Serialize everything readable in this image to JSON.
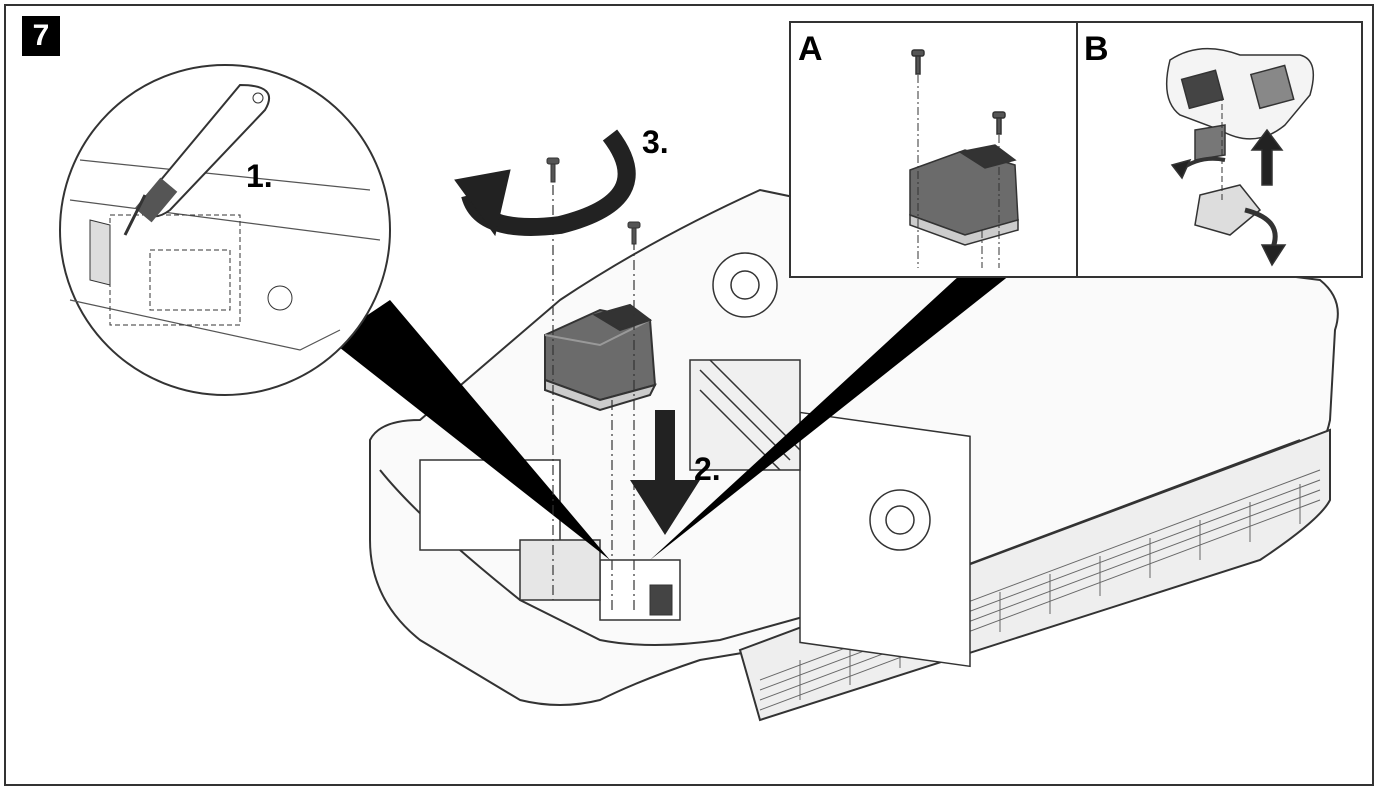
{
  "figure": {
    "step_number": "7",
    "steps": {
      "one": "1.",
      "two": "2.",
      "three": "3."
    },
    "panels": {
      "a": "A",
      "b": "B"
    }
  },
  "colors": {
    "line": "#333333",
    "fill_light": "#f2f2f2",
    "fill_dark": "#555555",
    "badge": "#000000"
  }
}
